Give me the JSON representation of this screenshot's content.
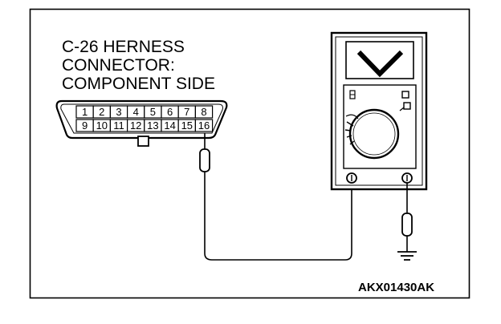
{
  "title_lines": [
    "C-26 HERNESS",
    "CONNECTOR:",
    "COMPONENT SIDE"
  ],
  "connector": {
    "top_row": [
      "1",
      "2",
      "3",
      "4",
      "5",
      "6",
      "7",
      "8"
    ],
    "bottom_row": [
      "9",
      "10",
      "11",
      "12",
      "13",
      "14",
      "15",
      "16"
    ],
    "probed_pin": "16"
  },
  "meter": {
    "mode_symbol": "V"
  },
  "figure_code": "AKX01430AK"
}
